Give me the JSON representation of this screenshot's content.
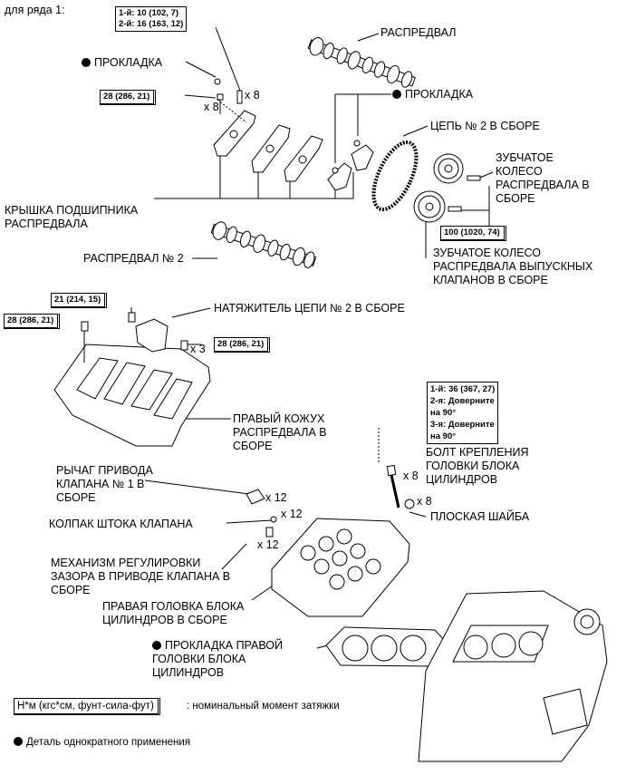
{
  "header": "для ряда 1:",
  "labels": {
    "gasket_top": "ПРОКЛАДКА",
    "camshaft": "РАСПРЕДВАЛ",
    "gasket_right": "ПРОКЛАДКА",
    "chain2": "ЦЕПЬ № 2 В СБОРЕ",
    "cam_sprocket": "ЗУБЧАТОЕ\nКОЛЕСО\nРАСПРЕДВАЛА В\nСБОРЕ",
    "bearing_cap": "КРЫШКА ПОДШИПНИКА\nРАСПРЕДВАЛА",
    "camshaft2": "РАСПРЕДВАЛ № 2",
    "exhaust_sprocket": "ЗУБЧАТОЕ КОЛЕСО\nРАСПРЕДВАЛА ВЫПУСКНЫХ\nКЛАПАНОВ В СБОРЕ",
    "tensioner": "НАТЯЖИТЕЛЬ ЦЕПИ № 2 В СБОРЕ",
    "cam_housing": "ПРАВЫЙ КОЖУХ\nРАСПРЕДВАЛА В\nСБОРЕ",
    "head_bolt": "БОЛТ КРЕПЛЕНИЯ\nГОЛОВКИ БЛОКА\nЦИЛИНДРОВ",
    "rocker_arm": "РЫЧАГ ПРИВОДА\nКЛАПАНА № 1 В\nСБОРЕ",
    "valve_cap": "КОЛПАК ШТОКА КЛАПАНА",
    "washer": "ПЛОСКАЯ ШАЙБА",
    "lash_adjuster": "МЕХАНИЗМ РЕГУЛИРОВКИ\nЗАЗОРА В ПРИВОДЕ КЛАПАНА В\nСБОРЕ",
    "cyl_head": "ПРАВАЯ ГОЛОВКА БЛОКА\nЦИЛИНДРОВ В СБОРЕ",
    "head_gasket": "ПРОКЛАДКА ПРАВОЙ\nГОЛОВКИ БЛОКА\nЦИЛИНДРОВ"
  },
  "torques": {
    "cap_two_step_1": "1-й: 10 (102, 7)",
    "cap_two_step_2": "2-й: 16 (163, 12)",
    "cap_bolt": "28 (286, 21)",
    "sprocket_bolt": "100 (1020, 74)",
    "tensioner_bolt": "21 (214, 15)",
    "housing_bolt_left": "28 (286, 21)",
    "housing_bolt_right": "28 (286, 21)",
    "head_step_1": "1-й: 36 (367, 27)",
    "head_step_2a": "2-я: Доверните",
    "head_step_2b": "на 90°",
    "head_step_3a": "3-я: Доверните",
    "head_step_3b": "на 90°"
  },
  "quantities": {
    "cap_bolts_a": "x 8",
    "cap_bolts_b": "x 8",
    "housing_bolts": "x 3",
    "head_bolts": "x 8",
    "washers": "x 8",
    "rocker_arms": "x 12",
    "valve_caps": "x 12",
    "lash_adjusters": "x 12"
  },
  "legend": {
    "torque_key": "Н*м (кгс*см, фунт-сила-фут)",
    "torque_desc": ": номинальный момент затяжки",
    "non_reusable": "Деталь однократного применения"
  }
}
